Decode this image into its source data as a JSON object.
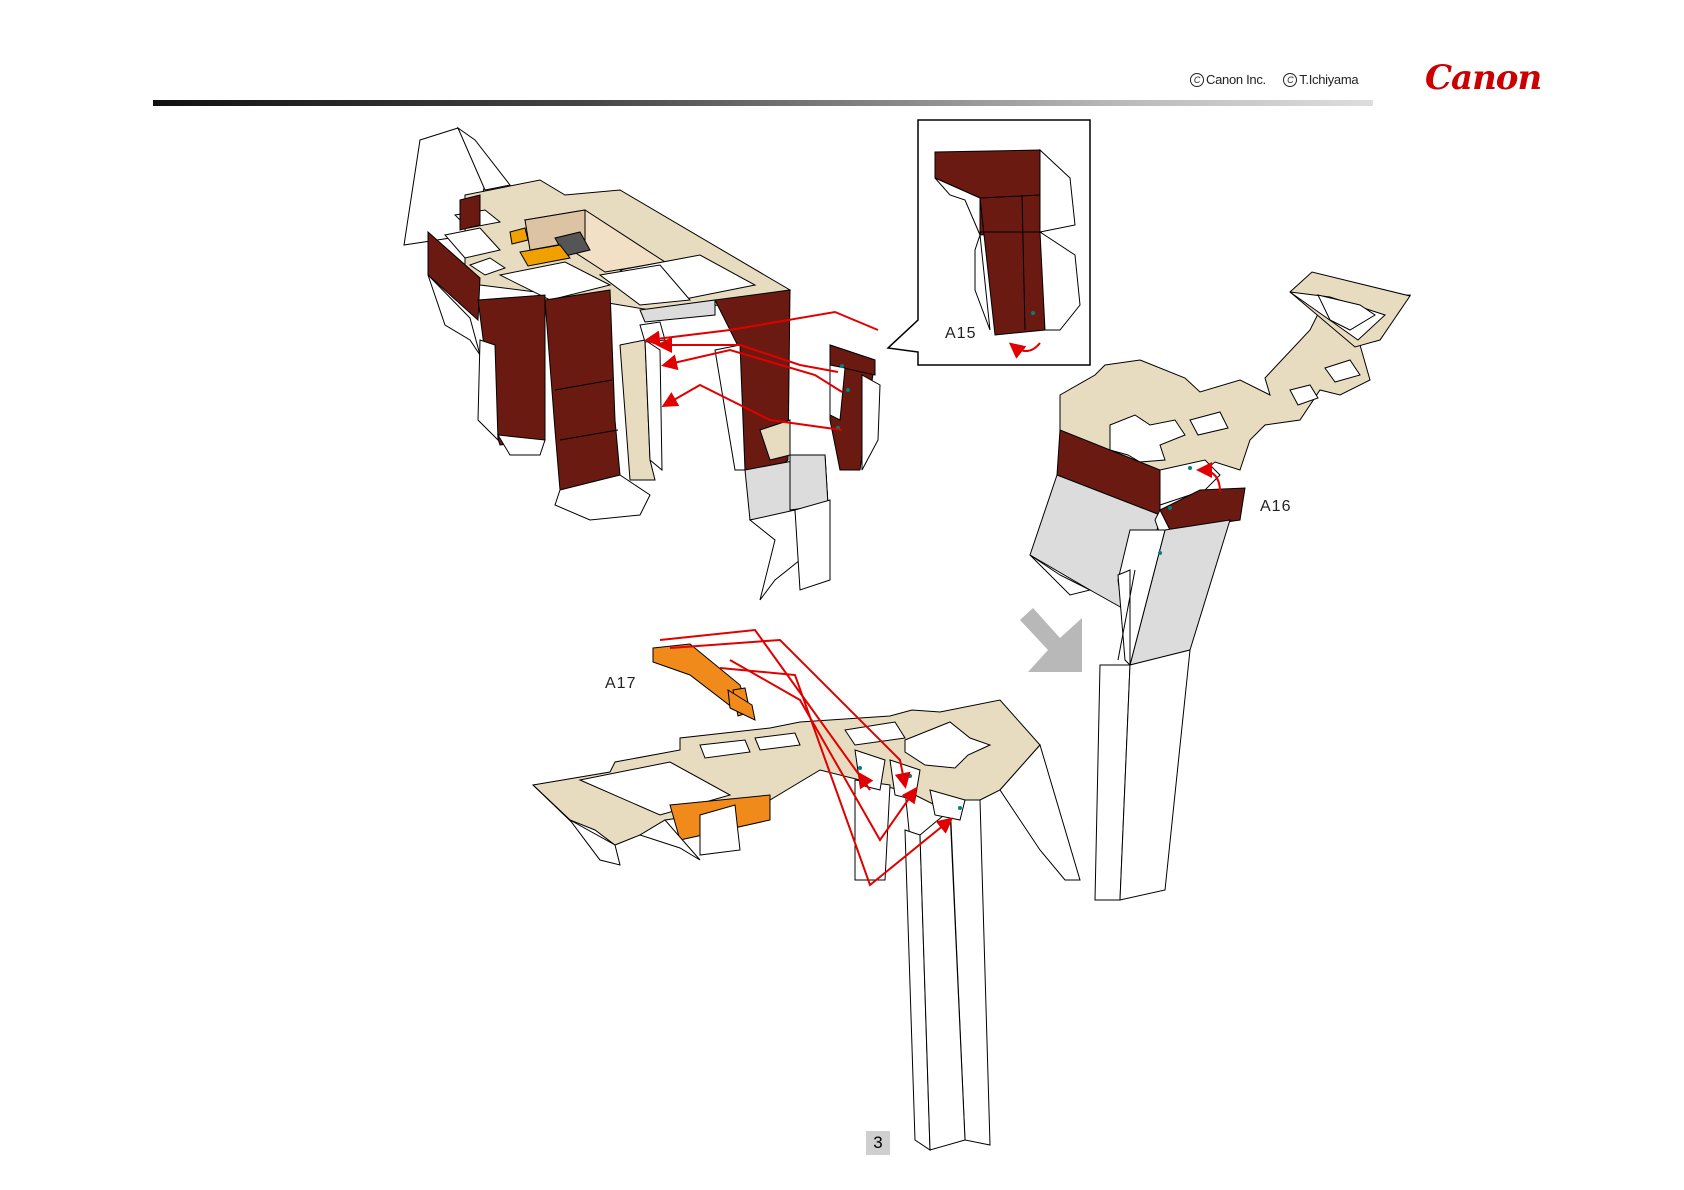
{
  "header": {
    "copyright_1": "Canon Inc.",
    "copyright_2": "T.Ichiyama",
    "copyright_symbol": "C",
    "brand": "Canon"
  },
  "parts": {
    "a15": "A15",
    "a16": "A16",
    "a17": "A17"
  },
  "footer": {
    "page_number": "3"
  },
  "colors": {
    "dark_red": "#6b1a12",
    "beige": "#e8dcc0",
    "light_gray": "#dcdcdc",
    "orange": "#f08a1a",
    "arrow_red": "#e00000",
    "brand_red": "#cc0000"
  }
}
